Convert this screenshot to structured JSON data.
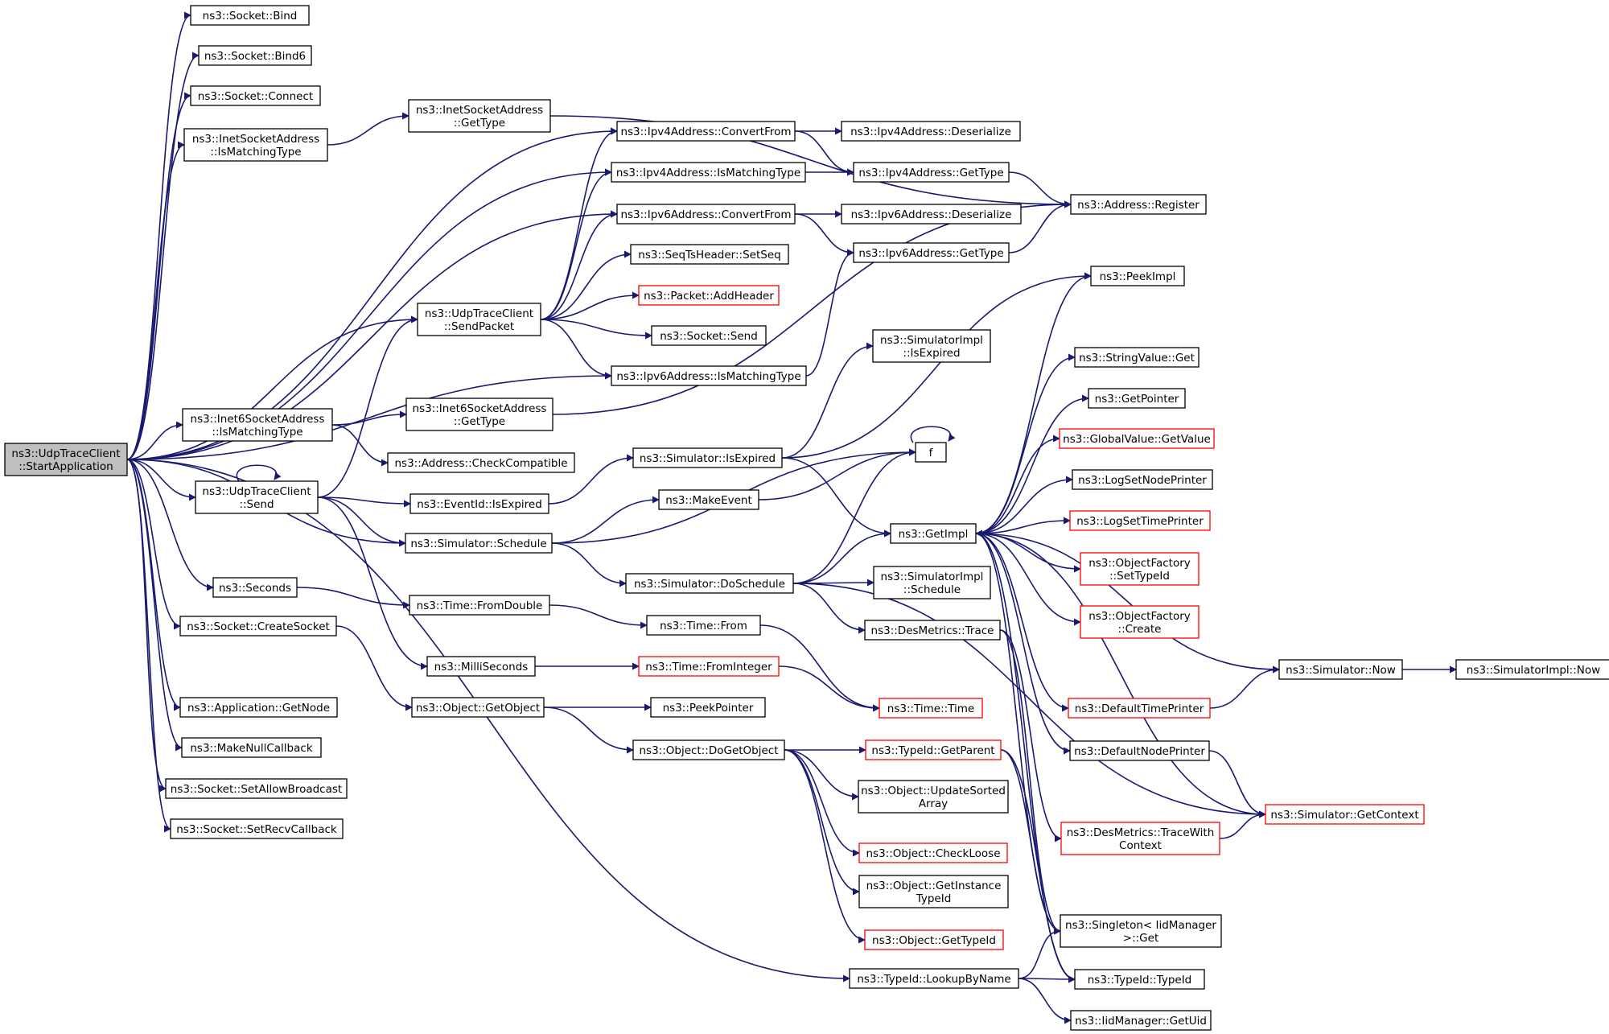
{
  "diagram": {
    "nodes": [
      {
        "id": "start",
        "lines": [
          "ns3::UdpTraceClient",
          "::StartApplication"
        ],
        "style": "root"
      },
      {
        "id": "bind",
        "lines": [
          "ns3::Socket::Bind"
        ],
        "style": "normal"
      },
      {
        "id": "bind6",
        "lines": [
          "ns3::Socket::Bind6"
        ],
        "style": "normal"
      },
      {
        "id": "connect",
        "lines": [
          "ns3::Socket::Connect"
        ],
        "style": "normal"
      },
      {
        "id": "inetMatch",
        "lines": [
          "ns3::InetSocketAddress",
          "::IsMatchingType"
        ],
        "style": "normal"
      },
      {
        "id": "inetType",
        "lines": [
          "ns3::InetSocketAddress",
          "::GetType"
        ],
        "style": "normal"
      },
      {
        "id": "ipv4Conv",
        "lines": [
          "ns3::Ipv4Address::ConvertFrom"
        ],
        "style": "normal"
      },
      {
        "id": "ipv4Deser",
        "lines": [
          "ns3::Ipv4Address::Deserialize"
        ],
        "style": "normal"
      },
      {
        "id": "ipv4Match",
        "lines": [
          "ns3::Ipv4Address::IsMatchingType"
        ],
        "style": "normal"
      },
      {
        "id": "ipv4Type",
        "lines": [
          "ns3::Ipv4Address::GetType"
        ],
        "style": "normal"
      },
      {
        "id": "addrReg",
        "lines": [
          "ns3::Address::Register"
        ],
        "style": "normal"
      },
      {
        "id": "ipv6Conv",
        "lines": [
          "ns3::Ipv6Address::ConvertFrom"
        ],
        "style": "normal"
      },
      {
        "id": "ipv6Deser",
        "lines": [
          "ns3::Ipv6Address::Deserialize"
        ],
        "style": "normal"
      },
      {
        "id": "ipv6Type",
        "lines": [
          "ns3::Ipv6Address::GetType"
        ],
        "style": "normal"
      },
      {
        "id": "seqTs",
        "lines": [
          "ns3::SeqTsHeader::SetSeq"
        ],
        "style": "normal"
      },
      {
        "id": "addHeader",
        "lines": [
          "ns3::Packet::AddHeader"
        ],
        "style": "red"
      },
      {
        "id": "sendPacket",
        "lines": [
          "ns3::UdpTraceClient",
          "::SendPacket"
        ],
        "style": "normal"
      },
      {
        "id": "sockSend",
        "lines": [
          "ns3::Socket::Send"
        ],
        "style": "normal"
      },
      {
        "id": "ipv6Match",
        "lines": [
          "ns3::Ipv6Address::IsMatchingType"
        ],
        "style": "normal"
      },
      {
        "id": "peekImpl",
        "lines": [
          "ns3::PeekImpl"
        ],
        "style": "normal"
      },
      {
        "id": "simImplExp",
        "lines": [
          "ns3::SimulatorImpl",
          "::IsExpired"
        ],
        "style": "normal"
      },
      {
        "id": "strGet",
        "lines": [
          "ns3::StringValue::Get"
        ],
        "style": "normal"
      },
      {
        "id": "inet6Match",
        "lines": [
          "ns3::Inet6SocketAddress",
          "::IsMatchingType"
        ],
        "style": "normal"
      },
      {
        "id": "inet6Type",
        "lines": [
          "ns3::Inet6SocketAddress",
          "::GetType"
        ],
        "style": "normal"
      },
      {
        "id": "getPointer",
        "lines": [
          "ns3::GetPointer"
        ],
        "style": "normal"
      },
      {
        "id": "globalVal",
        "lines": [
          "ns3::GlobalValue::GetValue"
        ],
        "style": "red"
      },
      {
        "id": "checkCompat",
        "lines": [
          "ns3::Address::CheckCompatible"
        ],
        "style": "normal"
      },
      {
        "id": "simExpired",
        "lines": [
          "ns3::Simulator::IsExpired"
        ],
        "style": "normal"
      },
      {
        "id": "f",
        "lines": [
          "f"
        ],
        "style": "normal"
      },
      {
        "id": "logNode",
        "lines": [
          "ns3::LogSetNodePrinter"
        ],
        "style": "normal"
      },
      {
        "id": "udpSend",
        "lines": [
          "ns3::UdpTraceClient",
          "::Send"
        ],
        "style": "normal"
      },
      {
        "id": "eventExp",
        "lines": [
          "ns3::EventId::IsExpired"
        ],
        "style": "normal"
      },
      {
        "id": "makeEvent",
        "lines": [
          "ns3::MakeEvent"
        ],
        "style": "normal"
      },
      {
        "id": "logTime",
        "lines": [
          "ns3::LogSetTimePrinter"
        ],
        "style": "red"
      },
      {
        "id": "getImpl",
        "lines": [
          "ns3::GetImpl"
        ],
        "style": "normal"
      },
      {
        "id": "simSched",
        "lines": [
          "ns3::Simulator::Schedule"
        ],
        "style": "normal"
      },
      {
        "id": "objFactSet",
        "lines": [
          "ns3::ObjectFactory",
          "::SetTypeId"
        ],
        "style": "red"
      },
      {
        "id": "seconds",
        "lines": [
          "ns3::Seconds"
        ],
        "style": "normal"
      },
      {
        "id": "doSched",
        "lines": [
          "ns3::Simulator::DoSchedule"
        ],
        "style": "normal"
      },
      {
        "id": "simImplSched",
        "lines": [
          "ns3::SimulatorImpl",
          "::Schedule"
        ],
        "style": "normal"
      },
      {
        "id": "fromDouble",
        "lines": [
          "ns3::Time::FromDouble"
        ],
        "style": "normal"
      },
      {
        "id": "objFactCreate",
        "lines": [
          "ns3::ObjectFactory",
          "::Create"
        ],
        "style": "red"
      },
      {
        "id": "createSocket",
        "lines": [
          "ns3::Socket::CreateSocket"
        ],
        "style": "normal"
      },
      {
        "id": "timeFrom",
        "lines": [
          "ns3::Time::From"
        ],
        "style": "normal"
      },
      {
        "id": "desTrace",
        "lines": [
          "ns3::DesMetrics::Trace"
        ],
        "style": "normal"
      },
      {
        "id": "simNow",
        "lines": [
          "ns3::Simulator::Now"
        ],
        "style": "normal"
      },
      {
        "id": "simImplNow",
        "lines": [
          "ns3::SimulatorImpl::Now"
        ],
        "style": "normal"
      },
      {
        "id": "milli",
        "lines": [
          "ns3::MilliSeconds"
        ],
        "style": "normal"
      },
      {
        "id": "fromInt",
        "lines": [
          "ns3::Time::FromInteger"
        ],
        "style": "red"
      },
      {
        "id": "timeTime",
        "lines": [
          "ns3::Time::Time"
        ],
        "style": "red"
      },
      {
        "id": "defTimePr",
        "lines": [
          "ns3::DefaultTimePrinter"
        ],
        "style": "red"
      },
      {
        "id": "getNode",
        "lines": [
          "ns3::Application::GetNode"
        ],
        "style": "normal"
      },
      {
        "id": "getObject",
        "lines": [
          "ns3::Object::GetObject"
        ],
        "style": "normal"
      },
      {
        "id": "peekPtr",
        "lines": [
          "ns3::PeekPointer"
        ],
        "style": "normal"
      },
      {
        "id": "nullCb",
        "lines": [
          "ns3::MakeNullCallback"
        ],
        "style": "normal"
      },
      {
        "id": "doGetObj",
        "lines": [
          "ns3::Object::DoGetObject"
        ],
        "style": "normal"
      },
      {
        "id": "getParent",
        "lines": [
          "ns3::TypeId::GetParent"
        ],
        "style": "red"
      },
      {
        "id": "defNodePr",
        "lines": [
          "ns3::DefaultNodePrinter"
        ],
        "style": "normal"
      },
      {
        "id": "allowBc",
        "lines": [
          "ns3::Socket::SetAllowBroadcast"
        ],
        "style": "normal"
      },
      {
        "id": "updSorted",
        "lines": [
          "ns3::Object::UpdateSorted",
          "Array"
        ],
        "style": "normal"
      },
      {
        "id": "simCtx",
        "lines": [
          "ns3::Simulator::GetContext"
        ],
        "style": "red"
      },
      {
        "id": "recvCb",
        "lines": [
          "ns3::Socket::SetRecvCallback"
        ],
        "style": "normal"
      },
      {
        "id": "traceCtx",
        "lines": [
          "ns3::DesMetrics::TraceWith",
          "Context"
        ],
        "style": "red"
      },
      {
        "id": "checkLoose",
        "lines": [
          "ns3::Object::CheckLoose"
        ],
        "style": "red"
      },
      {
        "id": "getInstType",
        "lines": [
          "ns3::Object::GetInstance",
          "TypeId"
        ],
        "style": "normal"
      },
      {
        "id": "singleton",
        "lines": [
          "ns3::Singleton< IidManager",
          ">::Get"
        ],
        "style": "normal"
      },
      {
        "id": "getTypeId",
        "lines": [
          "ns3::Object::GetTypeId"
        ],
        "style": "red"
      },
      {
        "id": "lookup",
        "lines": [
          "ns3::TypeId::LookupByName"
        ],
        "style": "normal"
      },
      {
        "id": "typeIdCtor",
        "lines": [
          "ns3::TypeId::TypeId"
        ],
        "style": "normal"
      },
      {
        "id": "getUid",
        "lines": [
          "ns3::IidManager::GetUid"
        ],
        "style": "normal"
      }
    ],
    "edges": [
      [
        "start",
        "bind"
      ],
      [
        "start",
        "bind6"
      ],
      [
        "start",
        "connect"
      ],
      [
        "start",
        "inetMatch"
      ],
      [
        "start",
        "ipv4Conv"
      ],
      [
        "start",
        "ipv4Match"
      ],
      [
        "start",
        "ipv6Conv"
      ],
      [
        "start",
        "sendPacket"
      ],
      [
        "start",
        "ipv6Match"
      ],
      [
        "start",
        "inet6Match"
      ],
      [
        "start",
        "udpSend"
      ],
      [
        "start",
        "simSched"
      ],
      [
        "start",
        "seconds"
      ],
      [
        "start",
        "createSocket"
      ],
      [
        "start",
        "getNode"
      ],
      [
        "start",
        "nullCb"
      ],
      [
        "start",
        "allowBc"
      ],
      [
        "start",
        "recvCb"
      ],
      [
        "start",
        "lookup"
      ],
      [
        "inetMatch",
        "inetType"
      ],
      [
        "inetType",
        "addrReg"
      ],
      [
        "ipv4Conv",
        "ipv4Deser"
      ],
      [
        "ipv4Conv",
        "ipv4Type"
      ],
      [
        "ipv4Match",
        "ipv4Type"
      ],
      [
        "ipv4Type",
        "addrReg"
      ],
      [
        "ipv6Conv",
        "ipv6Deser"
      ],
      [
        "ipv6Conv",
        "ipv6Type"
      ],
      [
        "ipv6Type",
        "addrReg"
      ],
      [
        "sendPacket",
        "ipv4Conv"
      ],
      [
        "sendPacket",
        "ipv4Match"
      ],
      [
        "sendPacket",
        "ipv6Conv"
      ],
      [
        "sendPacket",
        "seqTs"
      ],
      [
        "sendPacket",
        "addHeader"
      ],
      [
        "sendPacket",
        "sockSend"
      ],
      [
        "sendPacket",
        "ipv6Match"
      ],
      [
        "ipv6Match",
        "ipv6Type"
      ],
      [
        "inet6Match",
        "inet6Type"
      ],
      [
        "inet6Match",
        "checkCompat"
      ],
      [
        "inet6Type",
        "addrReg"
      ],
      [
        "udpSend",
        "udpSend"
      ],
      [
        "udpSend",
        "sendPacket"
      ],
      [
        "udpSend",
        "eventExp"
      ],
      [
        "udpSend",
        "simSched"
      ],
      [
        "udpSend",
        "milli"
      ],
      [
        "eventExp",
        "simExpired"
      ],
      [
        "simExpired",
        "simImplExp"
      ],
      [
        "simExpired",
        "peekImpl"
      ],
      [
        "simExpired",
        "getImpl"
      ],
      [
        "simSched",
        "makeEvent"
      ],
      [
        "simSched",
        "f"
      ],
      [
        "simSched",
        "doSched"
      ],
      [
        "makeEvent",
        "f"
      ],
      [
        "f",
        "f"
      ],
      [
        "doSched",
        "simImplSched"
      ],
      [
        "doSched",
        "getImpl"
      ],
      [
        "doSched",
        "f"
      ],
      [
        "doSched",
        "desTrace"
      ],
      [
        "doSched",
        "simCtx"
      ],
      [
        "getImpl",
        "peekImpl"
      ],
      [
        "getImpl",
        "strGet"
      ],
      [
        "getImpl",
        "getPointer"
      ],
      [
        "getImpl",
        "globalVal"
      ],
      [
        "getImpl",
        "logNode"
      ],
      [
        "getImpl",
        "logTime"
      ],
      [
        "getImpl",
        "objFactSet"
      ],
      [
        "getImpl",
        "objFactCreate"
      ],
      [
        "getImpl",
        "simNow"
      ],
      [
        "getImpl",
        "defTimePr"
      ],
      [
        "getImpl",
        "defNodePr"
      ],
      [
        "getImpl",
        "singleton"
      ],
      [
        "getImpl",
        "typeIdCtor"
      ],
      [
        "seconds",
        "fromDouble"
      ],
      [
        "fromDouble",
        "timeFrom"
      ],
      [
        "timeFrom",
        "timeTime"
      ],
      [
        "milli",
        "fromInt"
      ],
      [
        "fromInt",
        "timeTime"
      ],
      [
        "createSocket",
        "getObject"
      ],
      [
        "getObject",
        "peekPtr"
      ],
      [
        "getObject",
        "doGetObj"
      ],
      [
        "doGetObj",
        "getParent"
      ],
      [
        "doGetObj",
        "updSorted"
      ],
      [
        "doGetObj",
        "checkLoose"
      ],
      [
        "doGetObj",
        "getInstType"
      ],
      [
        "doGetObj",
        "getTypeId"
      ],
      [
        "getParent",
        "singleton"
      ],
      [
        "getParent",
        "typeIdCtor"
      ],
      [
        "desTrace",
        "traceCtx"
      ],
      [
        "desTrace",
        "singleton"
      ],
      [
        "traceCtx",
        "simCtx"
      ],
      [
        "defTimePr",
        "simNow"
      ],
      [
        "defNodePr",
        "simCtx"
      ],
      [
        "simNow",
        "simImplNow"
      ],
      [
        "simCtx",
        "getImpl"
      ],
      [
        "lookup",
        "singleton"
      ],
      [
        "lookup",
        "typeIdCtor"
      ],
      [
        "lookup",
        "getUid"
      ]
    ]
  }
}
